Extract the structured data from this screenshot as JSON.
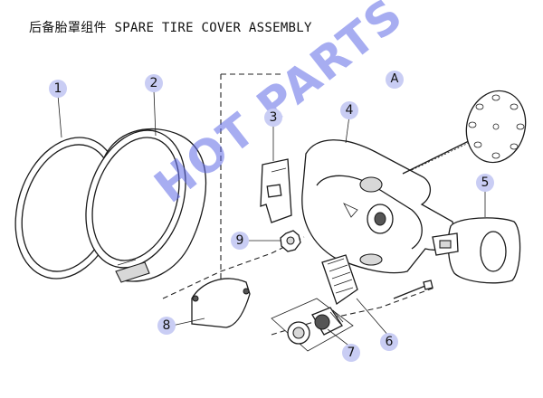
{
  "title": "后备胎罩组件 SPARE TIRE COVER ASSEMBLY",
  "view_label": "A",
  "callouts": [
    "1",
    "2",
    "3",
    "4",
    "5",
    "6",
    "7",
    "8",
    "9"
  ],
  "watermark": "HOT PARTS"
}
